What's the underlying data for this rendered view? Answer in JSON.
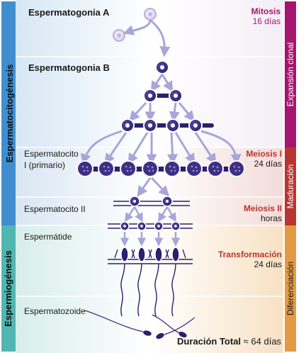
{
  "cells": {
    "spermatogonia_a": "Espermatogonia A",
    "spermatogonia_b": "Espermatogonia B",
    "spermatocyte_1_line1": "Espermatocito",
    "spermatocyte_1_line2": "I (primario)",
    "spermatocyte_2": "Espermatocito II",
    "spermatid": "Espermátide",
    "spermatozoon": "Espermatozoide"
  },
  "phases": {
    "mitosis": {
      "name": "Mitosis",
      "duration": "16 días"
    },
    "meiosis1": {
      "name": "Meiosis I",
      "duration": "24 días"
    },
    "meiosis2": {
      "name": "Meiosis II",
      "duration": "horas"
    },
    "transformation": {
      "name": "Transformación",
      "duration": "24 días"
    }
  },
  "left_bars": {
    "spermatocytogenesis": "Espermatocitogénesis",
    "spermiogenesis": "Espermiogénesis"
  },
  "right_bars": {
    "clonal_expansion": "Expansión clonal",
    "maturation": "Maduración",
    "differentiation": "Diferenciación"
  },
  "total": {
    "label": "Duración Total",
    "value": "≈ 64 días"
  },
  "colors": {
    "left_blue": "#3f8fd0",
    "left_teal": "#52b6b0",
    "right_purple": "#a6156f",
    "right_red": "#b8362f",
    "right_orange": "#e39a44",
    "cell_fill": "#2b1f6e",
    "arrow": "#a6a6d8"
  }
}
